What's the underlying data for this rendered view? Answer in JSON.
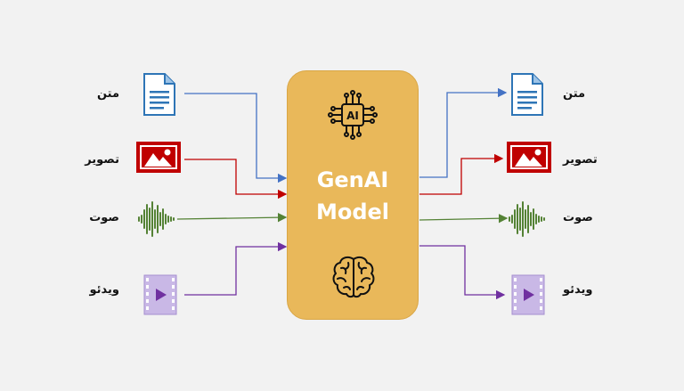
{
  "model": {
    "title_line1": "GenAI",
    "title_line2": "Model",
    "top_icon": "ai-chip-icon",
    "chip_text": "AI",
    "bottom_icon": "brain-icon",
    "fill": "#e9b85a"
  },
  "inputs": [
    {
      "label": "متن",
      "icon": "document-icon",
      "color": "#4472c4"
    },
    {
      "label": "تصویر",
      "icon": "image-icon",
      "color": "#c00000"
    },
    {
      "label": "صوت",
      "icon": "soundwave-icon",
      "color": "#548235"
    },
    {
      "label": "ویدئو",
      "icon": "video-icon",
      "color": "#7030a0"
    }
  ],
  "outputs": [
    {
      "label": "متن",
      "icon": "document-icon",
      "color": "#4472c4"
    },
    {
      "label": "تصویر",
      "icon": "image-icon",
      "color": "#c00000"
    },
    {
      "label": "صوت",
      "icon": "soundwave-icon",
      "color": "#548235"
    },
    {
      "label": "ویدئو",
      "icon": "video-icon",
      "color": "#7030a0"
    }
  ]
}
